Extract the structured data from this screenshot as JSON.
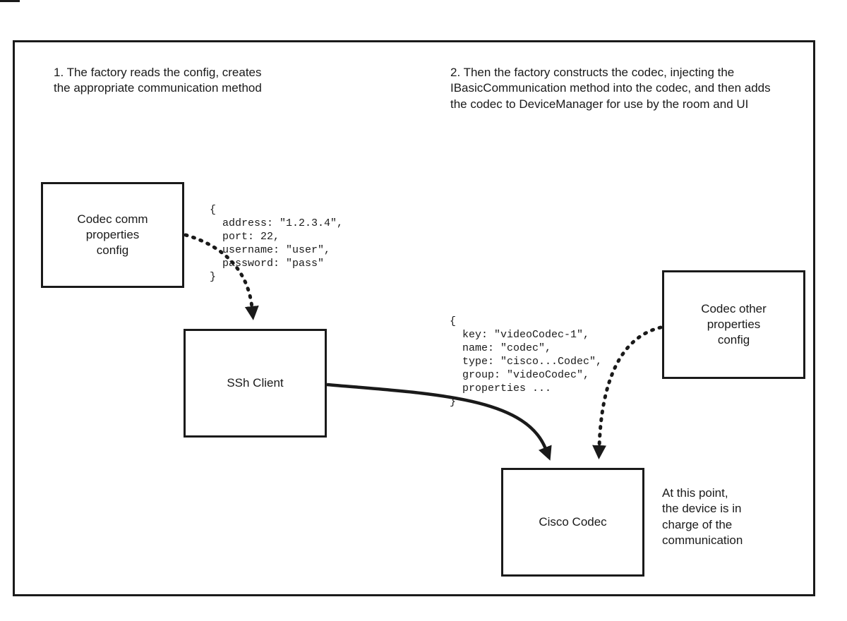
{
  "annotations": {
    "step1": "1. The factory reads the config, creates\nthe appropriate communication method",
    "step2": "2. Then the factory constructs the codec, injecting the IBasicCommunication method into the codec, and then adds the codec to DeviceManager for use by the room and UI",
    "device_note": "At this point,\nthe device is in\ncharge of the\ncommunication"
  },
  "boxes": {
    "codec_comm_config": "Codec comm\nproperties\nconfig",
    "ssh_client": "SSh Client",
    "codec_other_config": "Codec other\nproperties\nconfig",
    "cisco_codec": "Cisco Codec"
  },
  "code": {
    "comm_properties": "{\n  address: \"1.2.3.4\",\n  port: 22,\n  username: \"user\",\n  password: \"pass\"\n}",
    "codec_properties": "{\n  key: \"videoCodec-1\",\n  name: \"codec\",\n  type: \"cisco...Codec\",\n  group: \"videoCodec\",\n  properties ...\n}"
  },
  "colors": {
    "line": "#1a1a1a",
    "background": "#ffffff"
  }
}
